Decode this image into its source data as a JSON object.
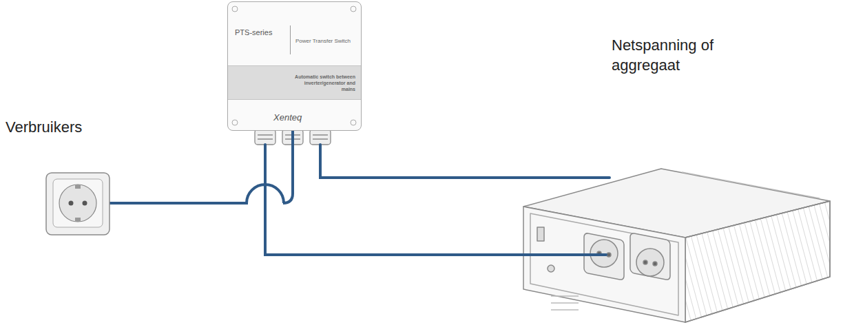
{
  "diagram": {
    "nodes": [
      {
        "text": [
          "PTS-series",
          "Power Transfer Switch",
          "Automatic switch between inverter/generator and mains",
          "Xenteq"
        ]
      },
      {
        "text": [
          "Verbruikers"
        ]
      }
    ],
    "edges": [
      {
        "from": 1,
        "to": 0,
        "arrow": "none"
      }
    ],
    "labels": [
      "Netspanning of aggregaat"
    ]
  }
}
